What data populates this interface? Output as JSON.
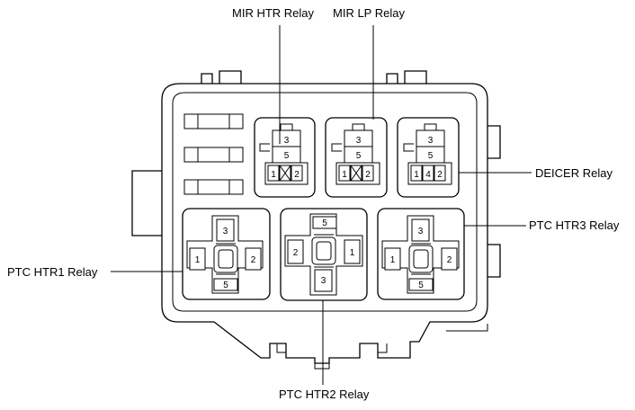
{
  "labels": {
    "mir_htr": "MIR HTR Relay",
    "mir_lp": "MIR LP Relay",
    "deicer": "DEICER Relay",
    "ptc_htr3": "PTC HTR3 Relay",
    "ptc_htr1": "PTC HTR1 Relay",
    "ptc_htr2": "PTC HTR2 Relay"
  },
  "pins": {
    "mir_htr": [
      "3",
      "5",
      "1",
      "2"
    ],
    "mir_lp": [
      "3",
      "5",
      "1",
      "2"
    ],
    "deicer": [
      "3",
      "5",
      "1",
      "4",
      "2"
    ],
    "ptc_htr1": [
      "3",
      "1",
      "2",
      "5"
    ],
    "ptc_htr2": [
      "5",
      "2",
      "1",
      "3"
    ],
    "ptc_htr3": [
      "3",
      "1",
      "2",
      "5"
    ]
  }
}
